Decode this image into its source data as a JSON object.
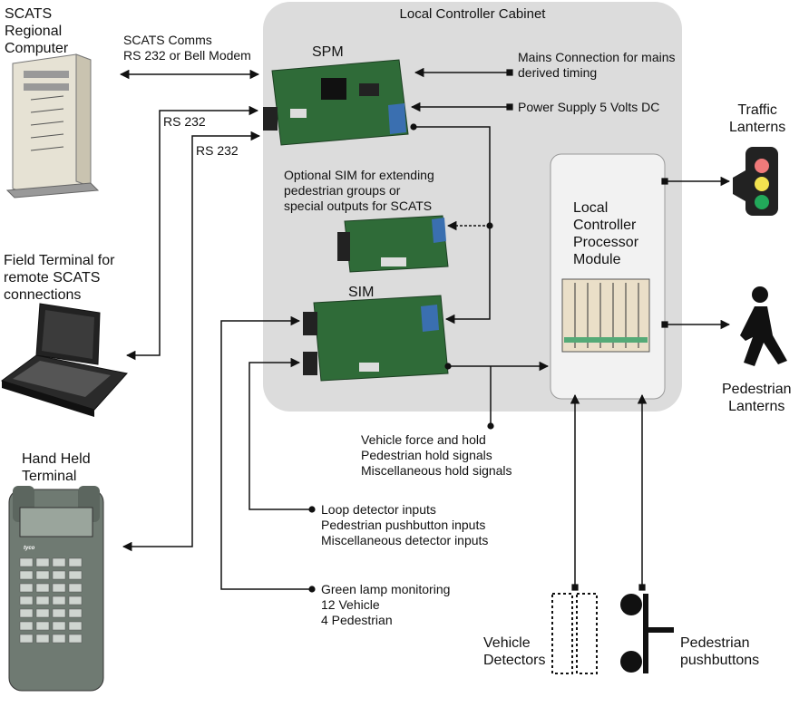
{
  "cabinet": {
    "title": "Local Controller Cabinet"
  },
  "scats_computer": {
    "label": "SCATS\nRegional\nComputer"
  },
  "comms": {
    "label": "SCATS Comms\nRS 232 or Bell Modem"
  },
  "rs232_a": {
    "label": "RS 232"
  },
  "rs232_b": {
    "label": "RS 232"
  },
  "field_terminal": {
    "label": "Field Terminal for\nremote SCATS\nconnections"
  },
  "hand_held": {
    "label": "Hand Held\nTerminal",
    "brand": "tyco"
  },
  "spm": {
    "label": "SPM"
  },
  "mains": {
    "label": "Mains Connection for mains\nderived timing"
  },
  "power": {
    "label": "Power Supply 5 Volts DC"
  },
  "optional_sim": {
    "label": "Optional SIM for extending\npedestrian groups or\nspecial outputs for SCATS"
  },
  "sim": {
    "label": "SIM"
  },
  "lcpm": {
    "label": "Local\nController\nProcessor\nModule"
  },
  "traffic_lanterns": {
    "label": "Traffic\nLanterns"
  },
  "pedestrian_lanterns": {
    "label": "Pedestrian\nLanterns"
  },
  "vehicle_force": {
    "label": "Vehicle force and hold\nPedestrian hold signals\nMiscellaneous hold signals"
  },
  "loop_detector": {
    "label": "Loop detector inputs\nPedestrian pushbutton inputs\nMiscellaneous detector inputs"
  },
  "green_lamp": {
    "label": "Green lamp monitoring\n12 Vehicle\n4 Pedestrian"
  },
  "vehicle_detectors": {
    "label": "Vehicle\nDetectors"
  },
  "pedestrian_pushbuttons": {
    "label": "Pedestrian\npushbuttons"
  },
  "colors": {
    "cabinet": "#dcdcdc",
    "board": "#2f6b38",
    "connector": "#3a6fb0"
  }
}
